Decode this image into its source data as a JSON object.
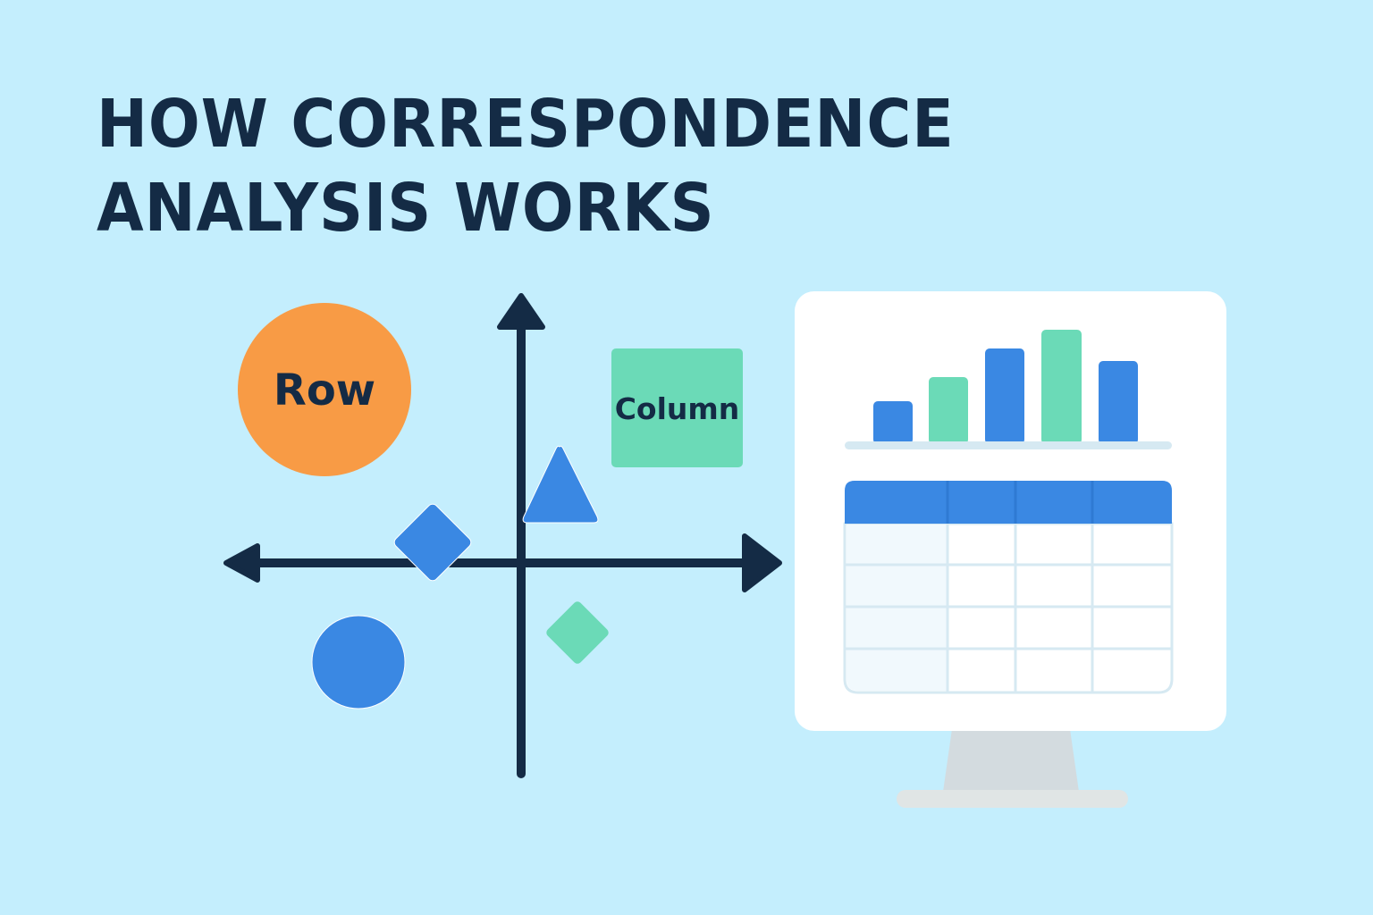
{
  "title": {
    "line1": "HOW CORRESPONDENCE",
    "line2": "ANALYSIS WORKS"
  },
  "colors": {
    "background": "#c4eefd",
    "axis": "#142b45",
    "orange": "#f89b45",
    "blue": "#3a88e3",
    "green": "#6bdab7",
    "screen": "#ffffff",
    "grid_line": "#d6e9f2",
    "first_col": "#f1f9fd",
    "stand": "#d3dbdf",
    "stand_base": "#e0e5e5"
  },
  "biplot": {
    "row_label": "Row",
    "column_label": "Column",
    "markers": [
      {
        "shape": "circle",
        "color": "orange",
        "label": "Row"
      },
      {
        "shape": "square",
        "color": "green",
        "label": "Column"
      },
      {
        "shape": "triangle",
        "color": "blue"
      },
      {
        "shape": "diamond",
        "color": "blue"
      },
      {
        "shape": "diamond",
        "color": "green"
      },
      {
        "shape": "circle",
        "color": "blue"
      }
    ]
  },
  "monitor": {
    "bar_chart": {
      "bars": [
        {
          "color": "blue",
          "height": 45
        },
        {
          "color": "green",
          "height": 72
        },
        {
          "color": "blue",
          "height": 104
        },
        {
          "color": "green",
          "height": 125
        },
        {
          "color": "blue",
          "height": 90
        }
      ]
    },
    "table": {
      "columns": 4,
      "rows": 4
    }
  }
}
